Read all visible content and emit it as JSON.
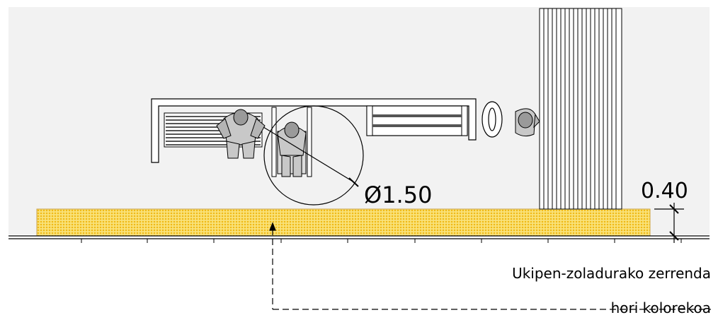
{
  "dimensions": {
    "turning_diameter": "Ø1.50",
    "strip_width": "0.40"
  },
  "caption": {
    "line1": "Ukipen-zoladurako zerrenda",
    "line2": "hori kolorekoa"
  },
  "colors": {
    "wall": "#f2f2f2",
    "strip_fill": "#f9e27a",
    "strip_dot": "#f0b915",
    "person_fill": "#c8c8c8",
    "bench_slat": "#555555",
    "line": "#000000"
  },
  "icons": [
    "bench",
    "seated-person",
    "wheelchair-user",
    "bollard",
    "standing-person",
    "column"
  ]
}
